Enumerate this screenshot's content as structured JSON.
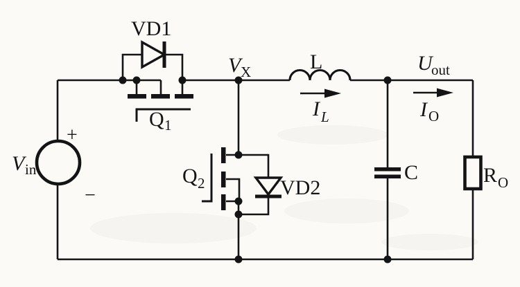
{
  "colors": {
    "ink": "#141414",
    "paper": "#fbfaf7"
  },
  "schematic": {
    "source": {
      "label": "V",
      "sub": "in",
      "plus": "+",
      "minus": "−"
    },
    "diode_top": {
      "label": "VD1"
    },
    "mosfet_top": {
      "label": "Q",
      "sub": "1"
    },
    "node_vx": {
      "label": "V",
      "sub": "X"
    },
    "inductor": {
      "label": "L"
    },
    "inductor_current": {
      "label": "I",
      "sub": "L"
    },
    "output_voltage": {
      "label": "U",
      "sub": "out"
    },
    "output_current": {
      "label": "I",
      "sub": "O"
    },
    "mosfet_bottom": {
      "label": "Q",
      "sub": "2"
    },
    "diode_bottom": {
      "label": "VD2"
    },
    "capacitor": {
      "label": "C"
    },
    "load": {
      "label": "R",
      "sub": "O"
    }
  }
}
